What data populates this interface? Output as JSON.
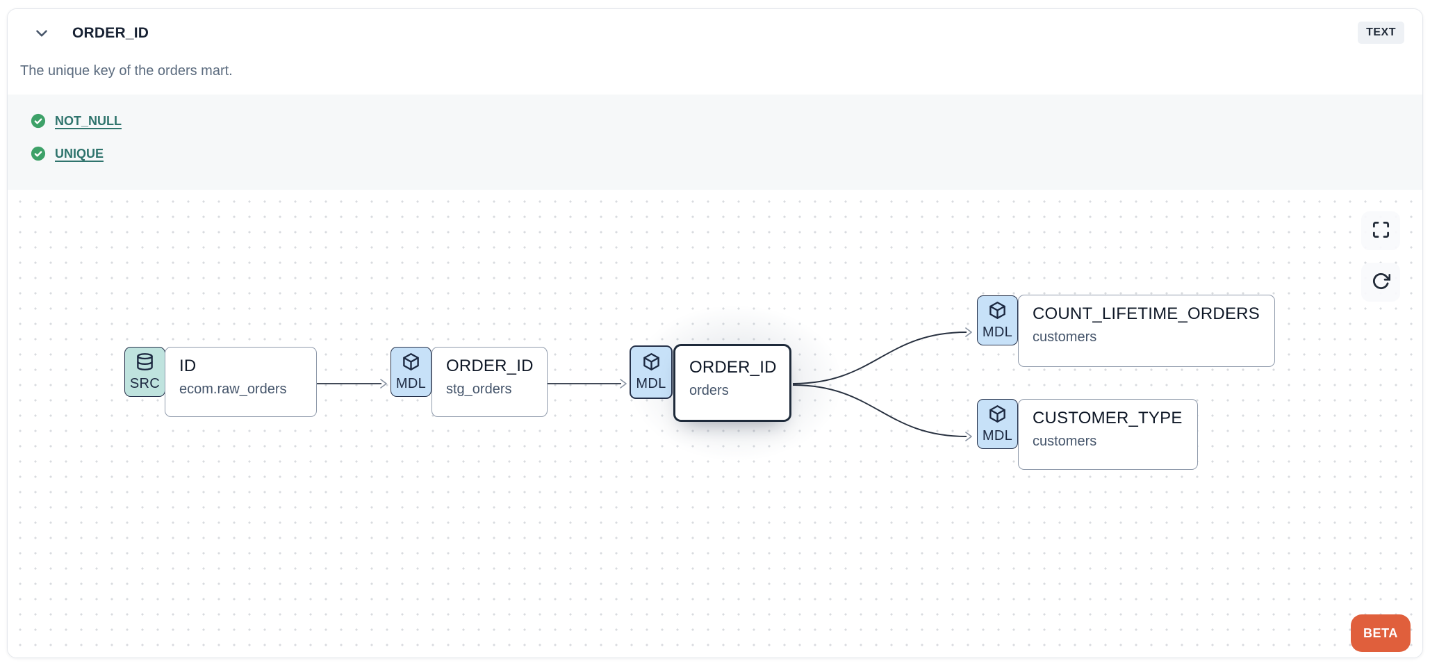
{
  "header": {
    "title": "ORDER_ID",
    "type_badge": "TEXT",
    "description": "The unique key of the orders mart.",
    "collapse_icon": "chevron-down-icon"
  },
  "tests": {
    "items": [
      {
        "label": "NOT_NULL",
        "status": "passed",
        "icon": "check-circle-icon"
      },
      {
        "label": "UNIQUE",
        "status": "passed",
        "icon": "check-circle-icon"
      }
    ]
  },
  "lineage": {
    "nodes": [
      {
        "badge": "SRC",
        "icon": "database-icon",
        "title": "ID",
        "subtitle": "ecom.raw_orders",
        "selected": false
      },
      {
        "badge": "MDL",
        "icon": "cube-icon",
        "title": "ORDER_ID",
        "subtitle": "stg_orders",
        "selected": false
      },
      {
        "badge": "MDL",
        "icon": "cube-icon",
        "title": "ORDER_ID",
        "subtitle": "orders",
        "selected": true
      },
      {
        "badge": "MDL",
        "icon": "cube-icon",
        "title": "COUNT_LIFETIME_ORDERS",
        "subtitle": "customers",
        "selected": false
      },
      {
        "badge": "MDL",
        "icon": "cube-icon",
        "title": "CUSTOMER_TYPE",
        "subtitle": "customers",
        "selected": false
      }
    ],
    "edges": [
      {
        "from": "ID (ecom.raw_orders)",
        "to": "ORDER_ID (stg_orders)"
      },
      {
        "from": "ORDER_ID (stg_orders)",
        "to": "ORDER_ID (orders)"
      },
      {
        "from": "ORDER_ID (orders)",
        "to": "COUNT_LIFETIME_ORDERS (customers)"
      },
      {
        "from": "ORDER_ID (orders)",
        "to": "CUSTOMER_TYPE (customers)"
      }
    ],
    "controls": {
      "fullscreen_icon": "fullscreen-icon",
      "refresh_icon": "refresh-icon"
    },
    "beta_label": "BETA"
  },
  "colors": {
    "link_teal": "#2f746d",
    "check_green": "#3da168",
    "beta_orange": "#e05f3c",
    "badge_src_bg": "#bfe3de",
    "badge_mdl_bg": "#c7e1f8",
    "node_border": "#8f9aab",
    "selected_border": "#1e2a3a",
    "tests_band_bg": "#f6f8f9"
  }
}
